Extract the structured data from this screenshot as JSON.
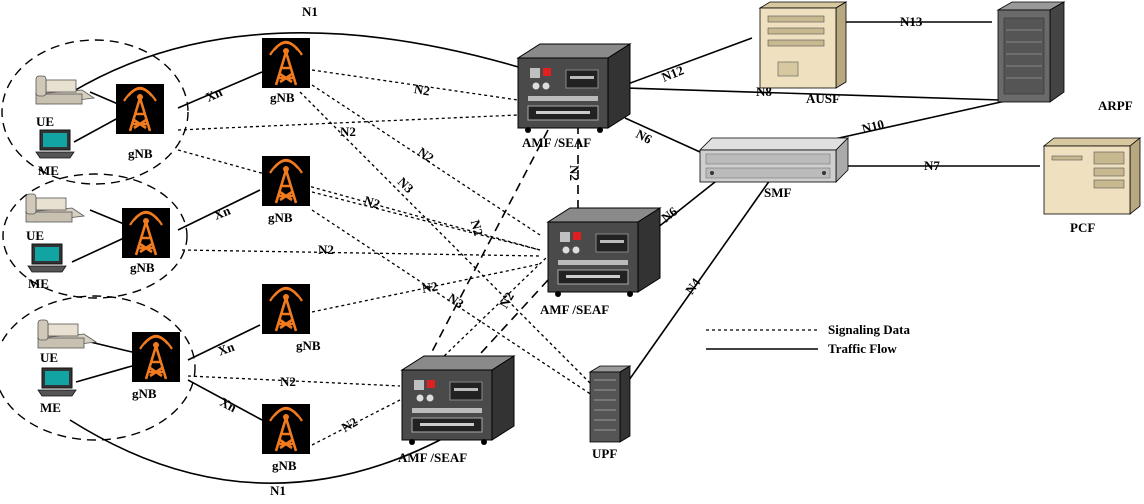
{
  "nodes": {
    "ue_1": "UE",
    "me_1": "ME",
    "gnb_cell_1": "gNB",
    "ue_2": "UE",
    "me_2": "ME",
    "gnb_cell_2": "gNB",
    "ue_3": "UE",
    "me_3": "ME",
    "gnb_cell_3": "gNB",
    "gnb_top": "gNB",
    "gnb_mid": "gNB",
    "gnb_low": "gNB",
    "gnb_bottom": "gNB",
    "amf_top": "AMF /SEAF",
    "amf_mid": "AMF /SEAF",
    "amf_bottom": "AMF /SEAF",
    "ausf": "AUSF",
    "arpf": "ARPF",
    "smf": "SMF",
    "pcf": "PCF",
    "upf": "UPF"
  },
  "links": {
    "n1_top": "N1",
    "n1_bottom": "N1",
    "xn_1": "Xn",
    "xn_2": "Xn",
    "xn_3": "Xn",
    "xn_4": "Xn",
    "n2_a": "N2",
    "n2_b": "N2",
    "n2_c": "N2",
    "n2_d": "N2",
    "n2_e": "N2",
    "n2_f": "N2",
    "n2_g": "N2",
    "n2_h": "N2",
    "n2_i": "N2",
    "n2_j": "N2",
    "n2_k": "N2",
    "n3_a": "N3",
    "n3_b": "N3",
    "n4": "N4",
    "n6_a": "N6",
    "n6_b": "N6",
    "n7": "N7",
    "n8": "N8",
    "n10": "N10",
    "n12": "N12",
    "n13": "N13"
  },
  "legend": {
    "signaling": "Signaling Data",
    "traffic": "Traffic Flow"
  },
  "colors": {
    "tower_bg": "#000000",
    "tower_orange": "#f07a1e",
    "server_gray": "#4a4a4a",
    "screen_teal": "#12a3a3",
    "beige": "#efe0c0"
  }
}
